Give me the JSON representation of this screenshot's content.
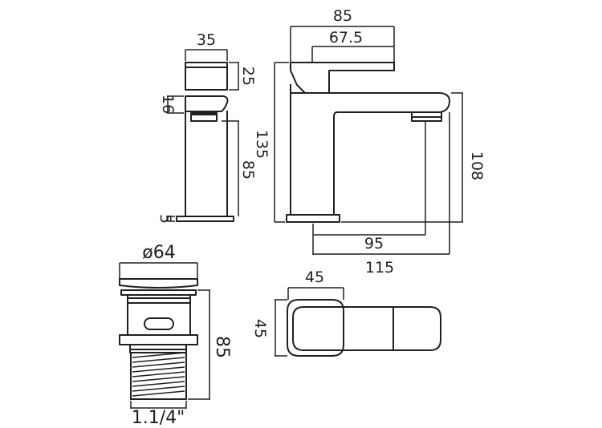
{
  "dimensions": {
    "side": {
      "width": "35",
      "handle_height": "25",
      "spout_height": "16",
      "body_height": "85",
      "base_height": "5"
    },
    "front": {
      "handle_length": "85",
      "handle_inner": "67.5",
      "overall_height": "135",
      "spout_height": "108",
      "spout_reach": "95",
      "overall_reach": "115"
    },
    "waste": {
      "diameter": "ø64",
      "height": "85",
      "thread": "1.1/4\""
    },
    "plan": {
      "width": "45",
      "depth": "45"
    }
  }
}
